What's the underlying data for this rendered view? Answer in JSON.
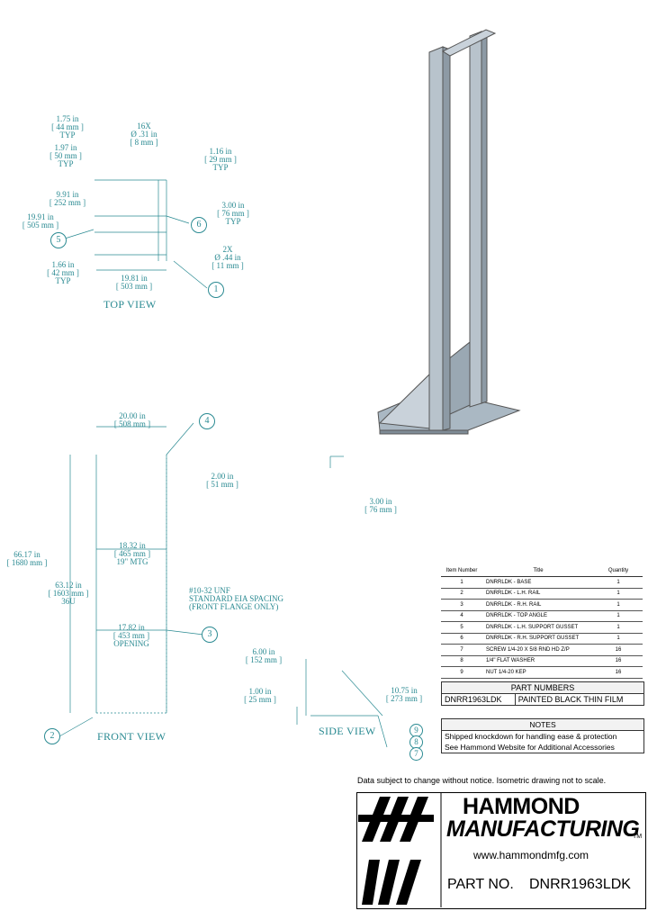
{
  "top_view": {
    "label": "TOP VIEW",
    "dims": [
      {
        "l1": "1.75 in",
        "l2": "[ 44 mm ]",
        "l3": "TYP"
      },
      {
        "l1": "16X",
        "l2": "Ø .31 in",
        "l3": "[ 8 mm ]"
      },
      {
        "l1": "1.97 in",
        "l2": "[ 50 mm ]",
        "l3": "TYP"
      },
      {
        "l1": "1.16 in",
        "l2": "[ 29 mm ]",
        "l3": "TYP"
      },
      {
        "l1": "9.91 in",
        "l2": "[ 252 mm ]"
      },
      {
        "l1": "3.00 in",
        "l2": "[ 76 mm ]",
        "l3": "TYP"
      },
      {
        "l1": "19.91 in",
        "l2": "[ 505 mm ]"
      },
      {
        "l1": "2X",
        "l2": "Ø .44 in",
        "l3": "[ 11 mm ]"
      },
      {
        "l1": "1.66 in",
        "l2": "[ 42 mm ]",
        "l3": "TYP"
      },
      {
        "l1": "19.81 in",
        "l2": "[ 503 mm ]"
      }
    ],
    "balloons": [
      "5",
      "6",
      "1"
    ]
  },
  "front_view": {
    "label": "FRONT VIEW",
    "dims": [
      {
        "l1": "20.00 in",
        "l2": "[ 508 mm ]"
      },
      {
        "l1": "2.00 in",
        "l2": "[ 51 mm ]"
      },
      {
        "l1": "66.17 in",
        "l2": "[ 1680 mm ]"
      },
      {
        "l1": "63.12 in",
        "l2": "[ 1603 mm ]",
        "l3": "36U"
      },
      {
        "l1": "18.32 in",
        "l2": "[ 465 mm ]",
        "l3": "19\" MTG"
      },
      {
        "l1": "17.82 in",
        "l2": "[ 453 mm ]",
        "l3": "OPENING"
      },
      {
        "l1": "3.00 in",
        "l2": "[ 76 mm ]"
      }
    ],
    "note1": "#10-32 UNF",
    "note2": "STANDARD EIA SPACING",
    "note3": "(FRONT FLANGE ONLY)",
    "balloons": [
      "4",
      "3",
      "2"
    ]
  },
  "side_view": {
    "label": "SIDE VIEW",
    "dims": [
      {
        "l1": "6.00 in",
        "l2": "[ 152 mm ]"
      },
      {
        "l1": "10.75 in",
        "l2": "[ 273 mm ]"
      },
      {
        "l1": "1.00 in",
        "l2": "[ 25 mm ]"
      }
    ],
    "balloons": [
      "9",
      "8",
      "7"
    ]
  },
  "bom": {
    "headers": [
      "Item Number",
      "Title",
      "Quantity"
    ],
    "rows": [
      {
        "n": "1",
        "t": "DNRRLDK - BASE",
        "q": "1"
      },
      {
        "n": "2",
        "t": "DNRRLDK - L.H. RAIL",
        "q": "1"
      },
      {
        "n": "3",
        "t": "DNRRLDK - R.H. RAIL",
        "q": "1"
      },
      {
        "n": "4",
        "t": "DNRRLDK - TOP ANGLE",
        "q": "1"
      },
      {
        "n": "5",
        "t": "DNRRLDK - L.H. SUPPORT GUSSET",
        "q": "1"
      },
      {
        "n": "6",
        "t": "DNRRLDK - R.H. SUPPORT GUSSET",
        "q": "1"
      },
      {
        "n": "7",
        "t": "SCREW 1/4-20 X 5/8 RND HD Z/P",
        "q": "16"
      },
      {
        "n": "8",
        "t": "1/4\" FLAT WASHER",
        "q": "16"
      },
      {
        "n": "9",
        "t": "NUT 1/4-20 KEP",
        "q": "16"
      }
    ]
  },
  "part_numbers": {
    "header": "PART NUMBERS",
    "number": "DNRR1963LDK",
    "description": "PAINTED BLACK THIN FILM"
  },
  "notes": {
    "header": "NOTES",
    "lines": [
      "Shipped knockdown for handling ease & protection",
      "See Hammond Website for Additional Accessories"
    ]
  },
  "disclaimer": "Data subject to change without notice. Isometric drawing not to scale.",
  "title_block": {
    "brand_line1": "HAMMOND",
    "brand_line2": "MANUFACTURING",
    "tm": "TM",
    "url": "www.hammondmfg.com",
    "part_label": "PART NO.",
    "part_value": "DNRR1963LDK"
  }
}
